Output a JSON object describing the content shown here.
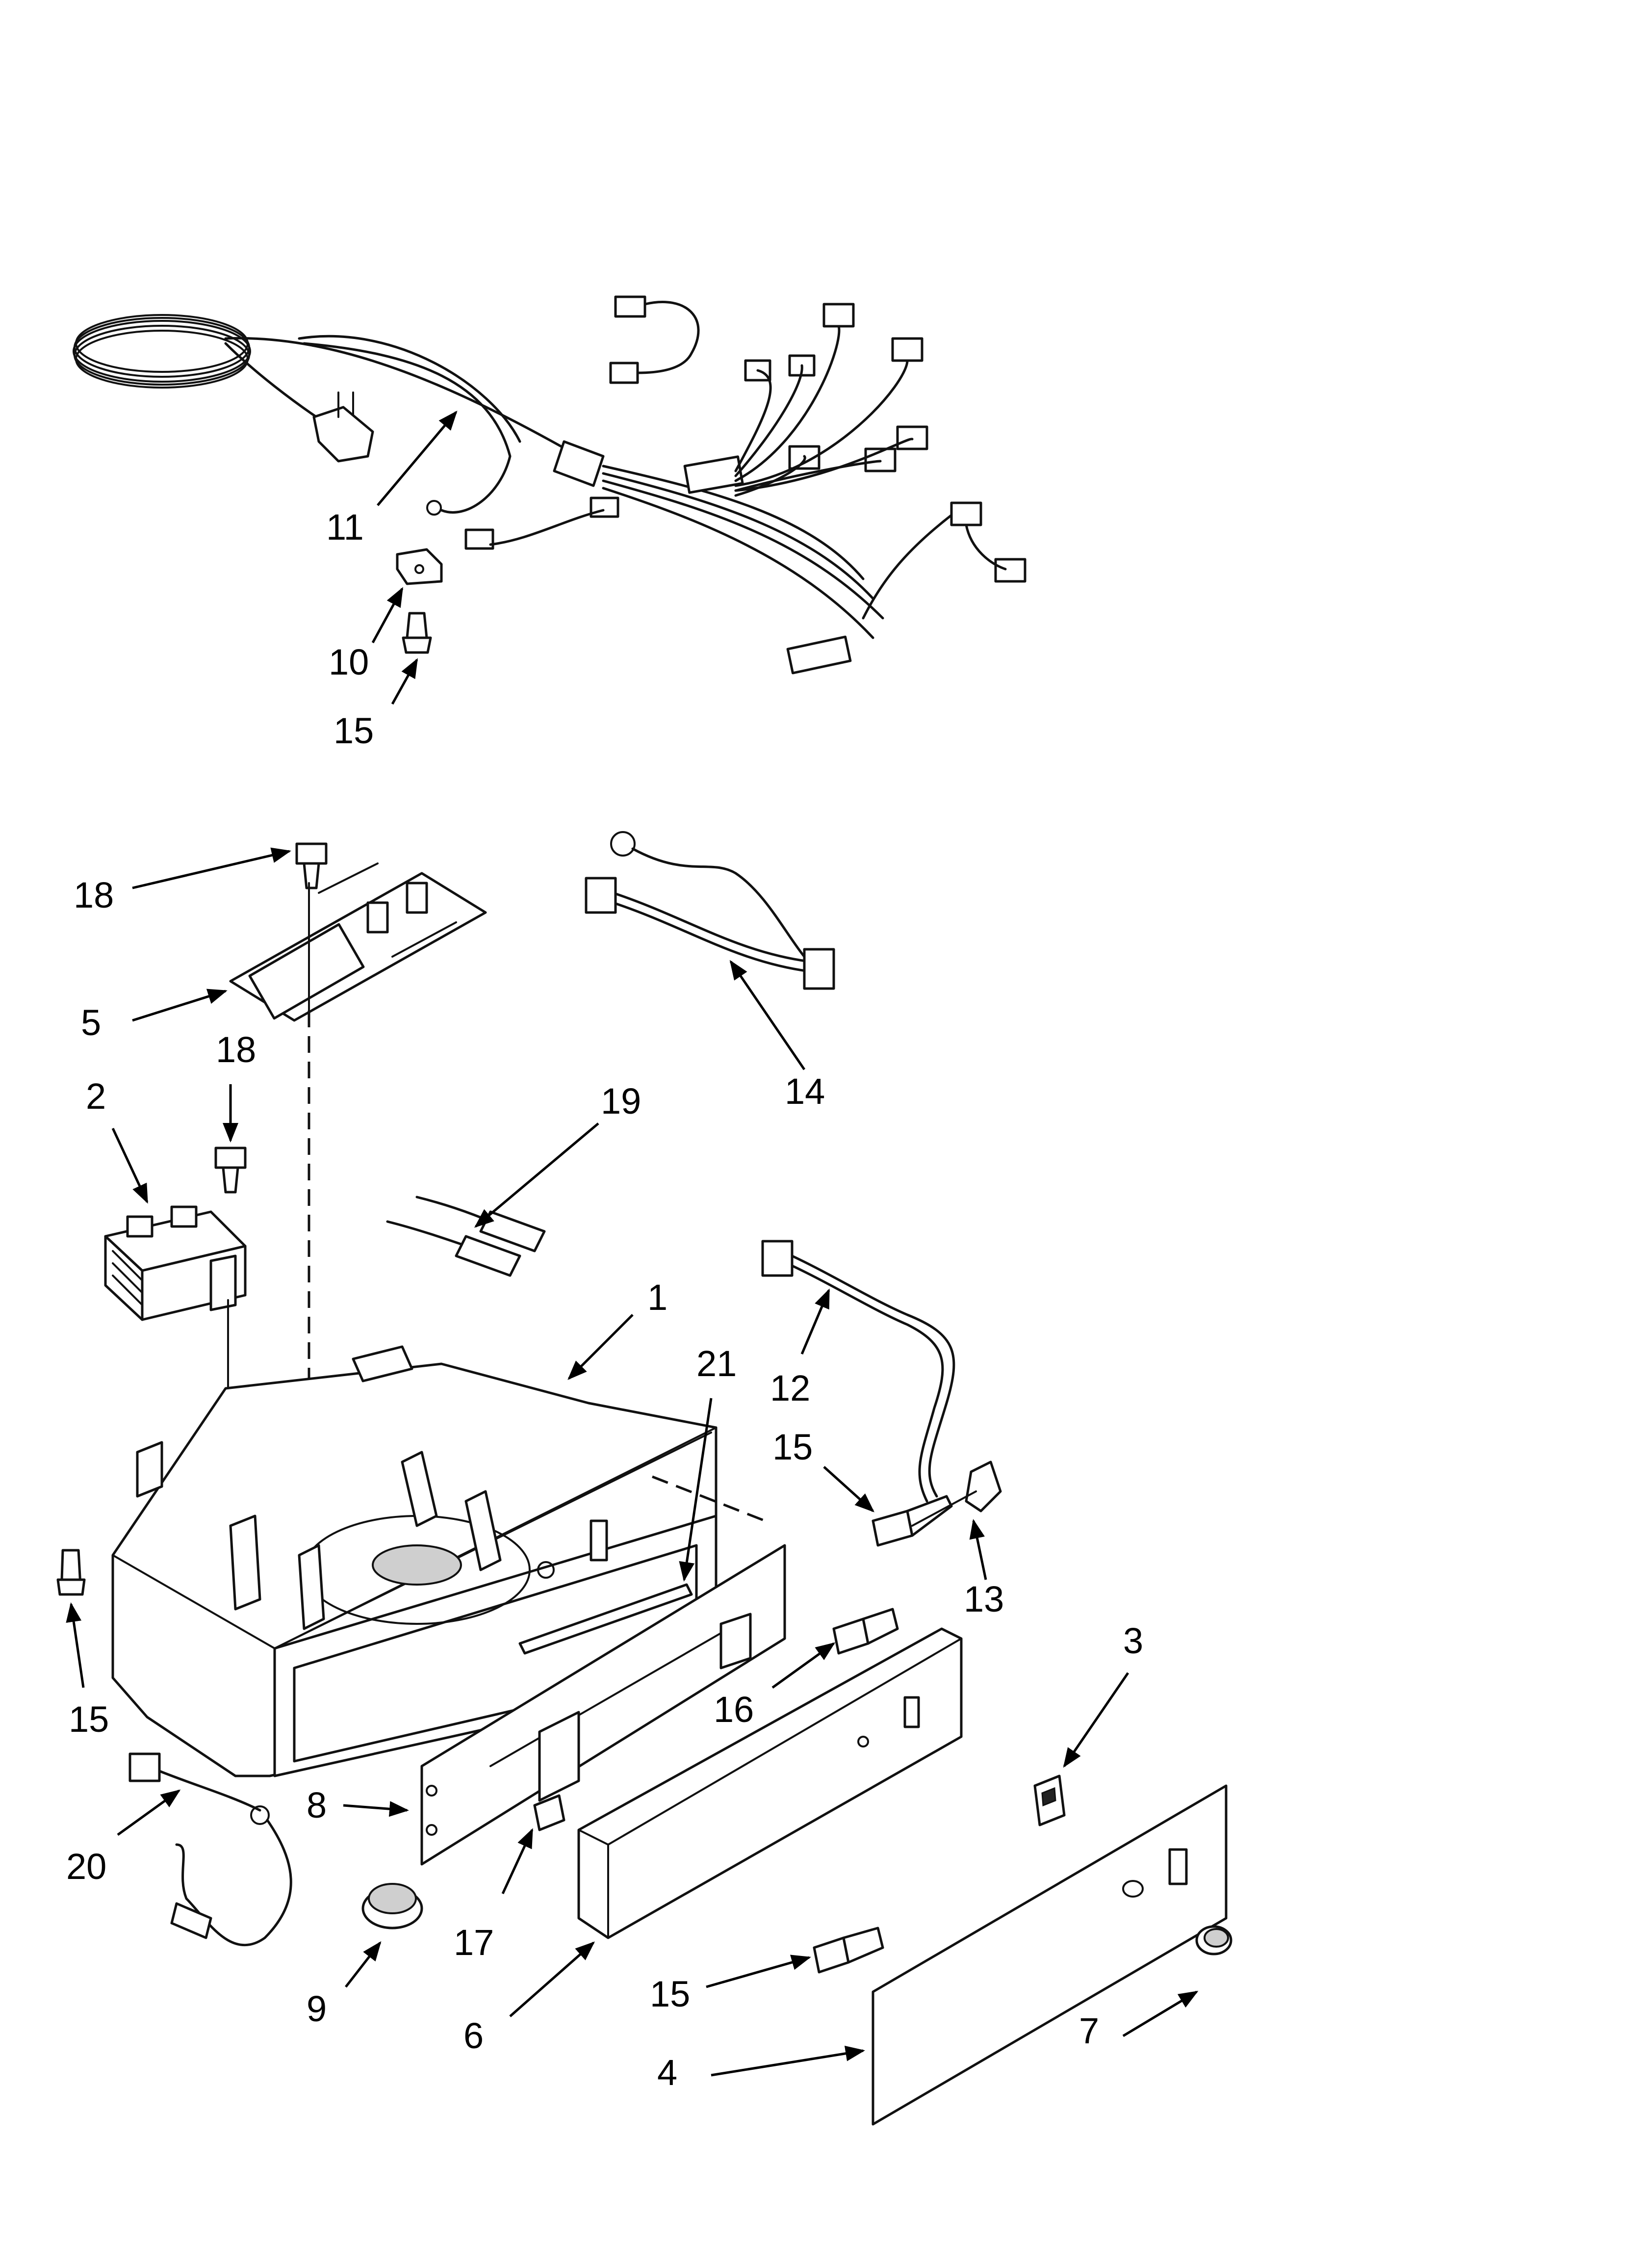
{
  "diagram": {
    "callouts": [
      {
        "id": "c1",
        "label": "1"
      },
      {
        "id": "c2",
        "label": "2"
      },
      {
        "id": "c3",
        "label": "3"
      },
      {
        "id": "c4",
        "label": "4"
      },
      {
        "id": "c5",
        "label": "5"
      },
      {
        "id": "c6",
        "label": "6"
      },
      {
        "id": "c7",
        "label": "7"
      },
      {
        "id": "c8",
        "label": "8"
      },
      {
        "id": "c9",
        "label": "9"
      },
      {
        "id": "c10",
        "label": "10"
      },
      {
        "id": "c11",
        "label": "11"
      },
      {
        "id": "c12",
        "label": "12"
      },
      {
        "id": "c13",
        "label": "13"
      },
      {
        "id": "c14",
        "label": "14"
      },
      {
        "id": "c15a",
        "label": "15"
      },
      {
        "id": "c15b",
        "label": "15"
      },
      {
        "id": "c15c",
        "label": "15"
      },
      {
        "id": "c15d",
        "label": "15"
      },
      {
        "id": "c16",
        "label": "16"
      },
      {
        "id": "c17",
        "label": "17"
      },
      {
        "id": "c18a",
        "label": "18"
      },
      {
        "id": "c18b",
        "label": "18"
      },
      {
        "id": "c19",
        "label": "19"
      },
      {
        "id": "c20",
        "label": "20"
      },
      {
        "id": "c21",
        "label": "21"
      }
    ]
  }
}
